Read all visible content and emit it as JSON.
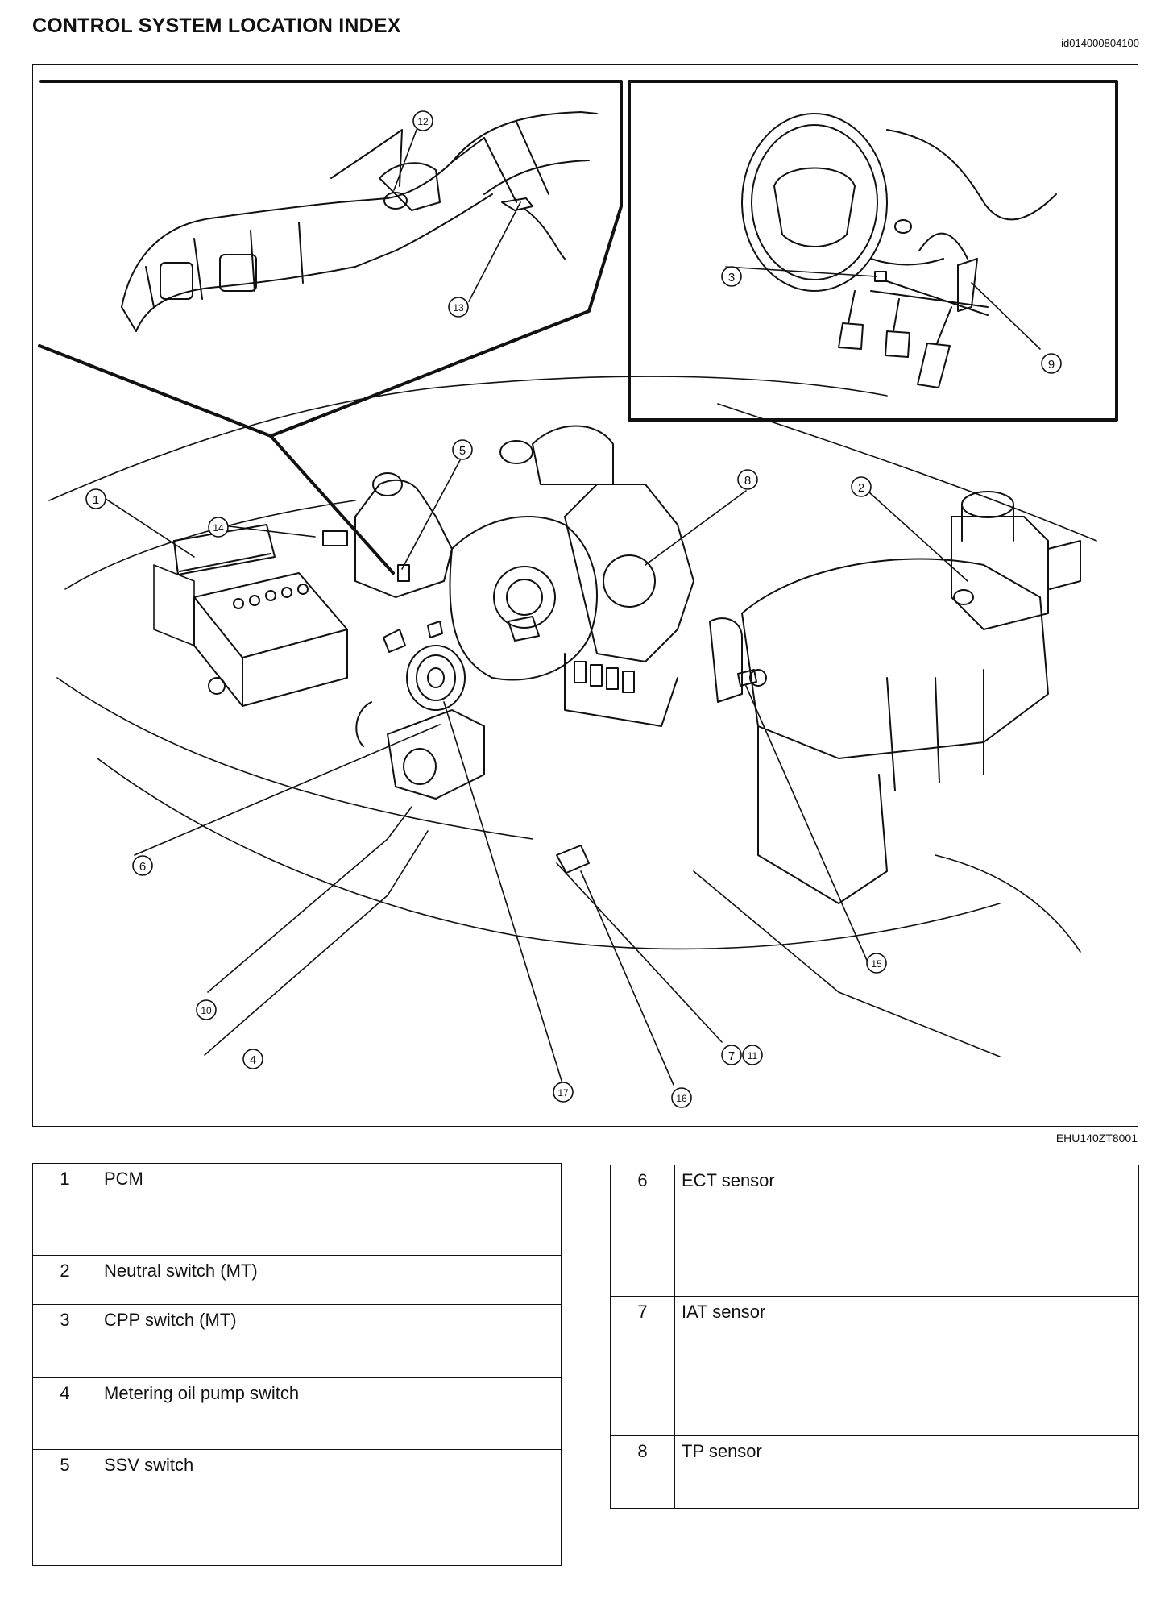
{
  "header": {
    "title": "CONTROL SYSTEM LOCATION INDEX",
    "doc_id": "id014000804100"
  },
  "figure": {
    "code": "EHU140ZT8001",
    "callouts": [
      "1",
      "2",
      "3",
      "4",
      "5",
      "6",
      "7",
      "8",
      "9",
      "10",
      "11",
      "12",
      "13",
      "14",
      "15",
      "16",
      "17"
    ]
  },
  "index_left": [
    {
      "num": "1",
      "name": "PCM"
    },
    {
      "num": "2",
      "name": "Neutral switch (MT)"
    },
    {
      "num": "3",
      "name": "CPP switch (MT)"
    },
    {
      "num": "4",
      "name": "Metering oil pump switch"
    },
    {
      "num": "5",
      "name": "SSV switch"
    }
  ],
  "index_right": [
    {
      "num": "6",
      "name": "ECT sensor"
    },
    {
      "num": "7",
      "name": "IAT sensor"
    },
    {
      "num": "8",
      "name": "TP sensor"
    }
  ]
}
